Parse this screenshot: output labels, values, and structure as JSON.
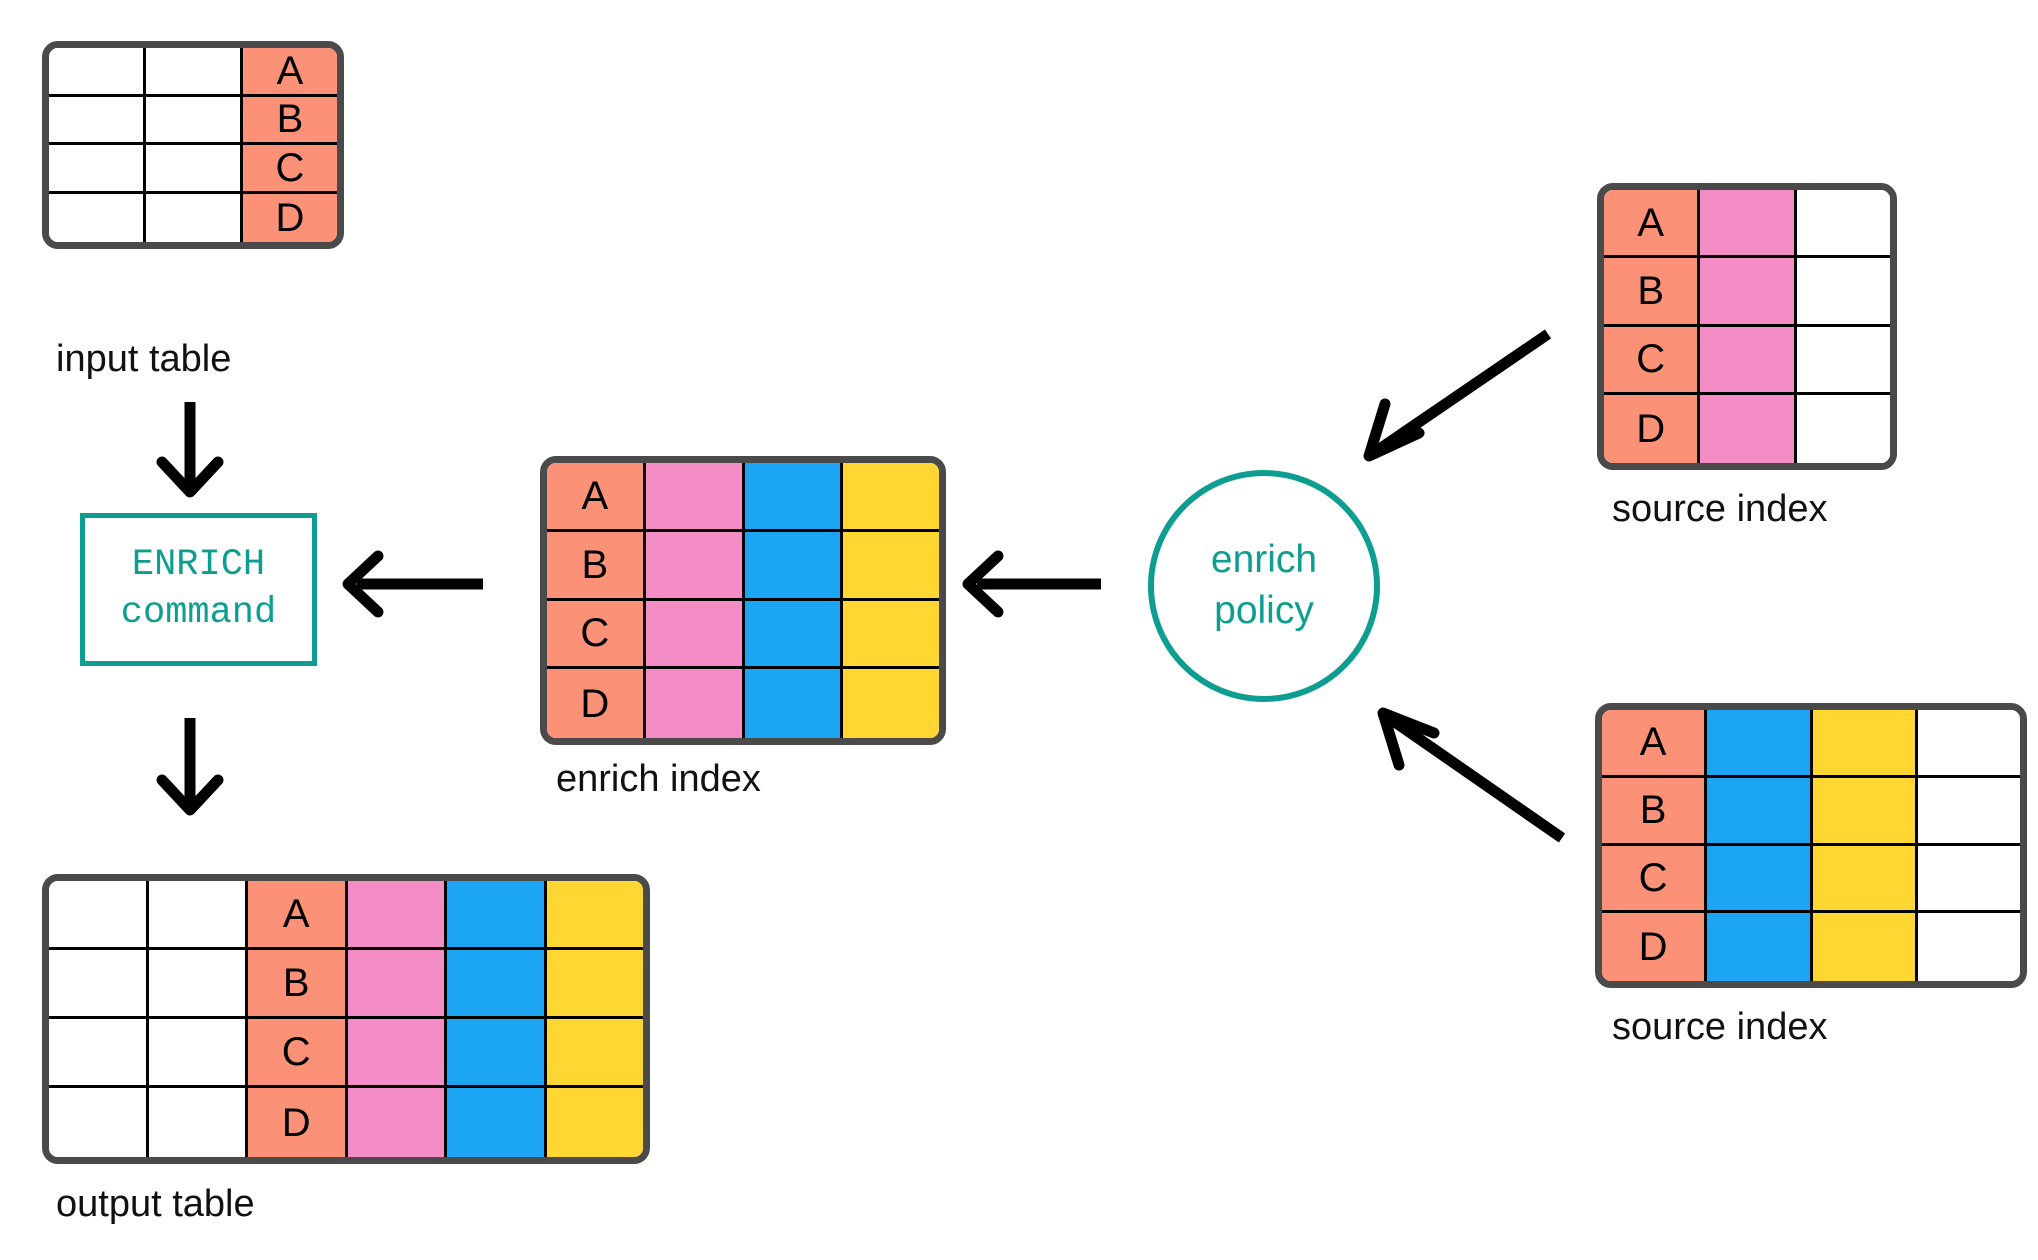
{
  "palette": {
    "salmon": "#fb9277",
    "pink": "#f48cc6",
    "blue": "#1ba5f3",
    "yellow": "#ffd632",
    "white": "#ffffff",
    "border": "#4a4a4a",
    "grid": "#000000",
    "teal": "#0e9e91",
    "arrow": "#000000"
  },
  "input_table": {
    "caption": "input table",
    "columns": [
      "white",
      "white",
      "salmon"
    ],
    "rows": [
      [
        "",
        "",
        "A"
      ],
      [
        "",
        "",
        "B"
      ],
      [
        "",
        "",
        "C"
      ],
      [
        "",
        "",
        "D"
      ]
    ]
  },
  "enrich_command": {
    "line1": "ENRICH",
    "line2": "command"
  },
  "enrich_index": {
    "caption": "enrich index",
    "columns": [
      "salmon",
      "pink",
      "blue",
      "yellow"
    ],
    "rows": [
      [
        "A",
        "",
        "",
        ""
      ],
      [
        "B",
        "",
        "",
        ""
      ],
      [
        "C",
        "",
        "",
        ""
      ],
      [
        "D",
        "",
        "",
        ""
      ]
    ]
  },
  "enrich_policy": {
    "line1": "enrich",
    "line2": "policy"
  },
  "source_index_top": {
    "caption": "source index",
    "columns": [
      "salmon",
      "pink",
      "white"
    ],
    "rows": [
      [
        "A",
        "",
        ""
      ],
      [
        "B",
        "",
        ""
      ],
      [
        "C",
        "",
        ""
      ],
      [
        "D",
        "",
        ""
      ]
    ]
  },
  "source_index_bottom": {
    "caption": "source index",
    "columns": [
      "salmon",
      "blue",
      "yellow",
      "white"
    ],
    "rows": [
      [
        "A",
        "",
        "",
        ""
      ],
      [
        "B",
        "",
        "",
        ""
      ],
      [
        "C",
        "",
        "",
        ""
      ],
      [
        "D",
        "",
        "",
        ""
      ]
    ]
  },
  "output_table": {
    "caption": "output table",
    "columns": [
      "white",
      "white",
      "salmon",
      "pink",
      "blue",
      "yellow"
    ],
    "rows": [
      [
        "",
        "",
        "A",
        "",
        "",
        ""
      ],
      [
        "",
        "",
        "B",
        "",
        "",
        ""
      ],
      [
        "",
        "",
        "C",
        "",
        "",
        ""
      ],
      [
        "",
        "",
        "D",
        "",
        "",
        ""
      ]
    ]
  },
  "arrows": [
    {
      "name": "arrow-input-to-command",
      "direction": "down"
    },
    {
      "name": "arrow-command-to-output",
      "direction": "down"
    },
    {
      "name": "arrow-enrich-index-to-command",
      "direction": "left"
    },
    {
      "name": "arrow-policy-to-enrich-index",
      "direction": "left"
    },
    {
      "name": "arrow-source-top-to-policy",
      "direction": "down-left"
    },
    {
      "name": "arrow-source-bottom-to-policy",
      "direction": "up-left"
    }
  ]
}
